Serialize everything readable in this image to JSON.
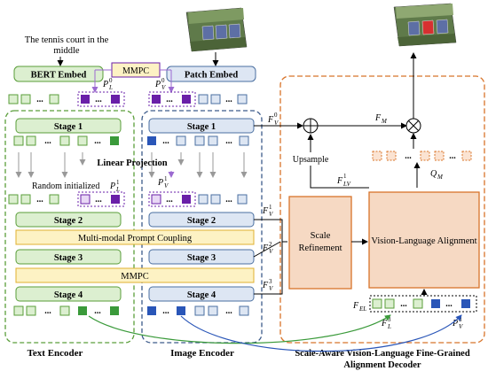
{
  "input": {
    "caption": "The tennis court in the middle"
  },
  "encoders": {
    "bert_embed": "BERT Embed",
    "patch_embed": "Patch Embed",
    "mmpc_top": "MMPC",
    "mmpc_mid": "MMPC",
    "multimodal_prompt_coupling": "Multi-modal Prompt Coupling",
    "linear_projection": "Linear Projection",
    "random_initialized": "Random initialized",
    "ellipsis": "...",
    "text_stages": [
      "Stage 1",
      "Stage 2",
      "Stage 3",
      "Stage 4"
    ],
    "image_stages": [
      "Stage 1",
      "Stage 2",
      "Stage 3",
      "Stage 4"
    ],
    "text_encoder_label": "Text Encoder",
    "image_encoder_label": "Image Encoder"
  },
  "symbols": {
    "P": "P",
    "F": "F",
    "Q": "Q",
    "sub_L": "L",
    "sub_V": "V",
    "sub_M": "M",
    "sub_LV": "LV",
    "sub_EL": "EL",
    "sup_0": "0",
    "sup_1": "1",
    "sup_2": "2",
    "sup_3": "3"
  },
  "decoder": {
    "upsample": "Upsample",
    "scale_refinement_line1": "Scale",
    "scale_refinement_line2": "Refinement",
    "vl_alignment": "Vision-Language Alignment",
    "title_line1": "Scale-Aware Vision-Language Fine-Grained",
    "title_line2": "Alignment Decoder"
  },
  "colors": {
    "text_green_border": "#5a9e3a",
    "text_green_fill": "#dcefd0",
    "text_green_token": "#3a9a3a",
    "image_blue_border": "#4a6fa0",
    "image_blue_fill": "#dde6f3",
    "image_blue_token": "#2a56b8",
    "prompt_purple": "#6a1fa8",
    "prompt_purple_light": "#9b6ad0",
    "orange_border": "#d8742a",
    "orange_fill": "#f6d9c3",
    "yellow_fill": "#fdf2c4",
    "yellow_border": "#e0b030",
    "green_dash": "#5a9e3a",
    "blue_dash": "#3c5a8a",
    "satellite_green": "#5f7a4a",
    "court_blue": "#5d6fa5",
    "court_red": "#d63030"
  }
}
